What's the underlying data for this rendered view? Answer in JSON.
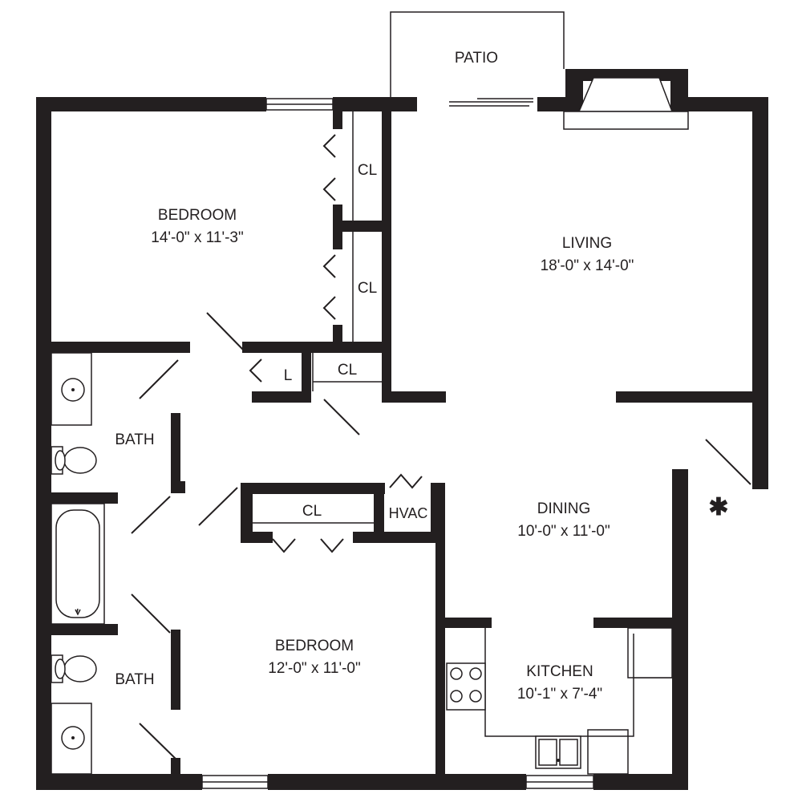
{
  "rooms": {
    "patio": {
      "name": "PATIO"
    },
    "bedroom_1": {
      "name": "BEDROOM",
      "size": "14'-0\" x 11'-3\""
    },
    "living": {
      "name": "LIVING",
      "size": "18'-0\" x 14'-0\""
    },
    "closet_1": {
      "name": "CL"
    },
    "closet_2": {
      "name": "CL"
    },
    "linen": {
      "name": "L"
    },
    "closet_3": {
      "name": "CL"
    },
    "bath_1": {
      "name": "BATH"
    },
    "bath_2": {
      "name": "BATH"
    },
    "closet_4": {
      "name": "CL"
    },
    "hvac": {
      "name": "HVAC"
    },
    "dining": {
      "name": "DINING",
      "size": "10'-0\" x 11'-0\""
    },
    "bedroom_2": {
      "name": "BEDROOM",
      "size": "12'-0\" x 11'-0\""
    },
    "kitchen": {
      "name": "KITCHEN",
      "size": "10'-1\" x 7'-4\""
    }
  },
  "symbols": {
    "entry_marker": "✱"
  }
}
